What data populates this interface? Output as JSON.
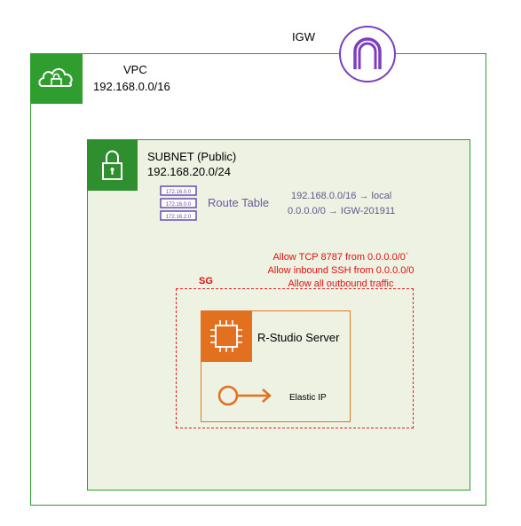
{
  "vpc": {
    "label": "VPC",
    "cidr": "192.168.0.0/16"
  },
  "igw": {
    "label": "IGW"
  },
  "subnet": {
    "label": "SUBNET (Public)",
    "cidr": "192.168.20.0/24"
  },
  "route_table": {
    "label": "Route Table",
    "icon_rows": [
      "172.16.0.0",
      "172.16.0.0",
      "172.16.2.0"
    ],
    "routes": [
      "192.168.0.0/16 → local",
      "0.0.0.0/0 → IGW-201911"
    ]
  },
  "sg": {
    "label": "SG",
    "rules": [
      "Allow TCP 8787 from 0.0.0.0/0`",
      "Allow inbound SSH from 0.0.0.0/0",
      "Allow all outbound traffic"
    ]
  },
  "server": {
    "label": "R-Studio Server"
  },
  "elastic_ip": {
    "label": "Elastic IP"
  },
  "colors": {
    "green": "#2f9e2f",
    "orange": "#e2701f",
    "red": "#e01010",
    "igw_purple": "#7b3fbf",
    "route_purple": "#6a4bb5"
  },
  "icons": {
    "vpc": "cloud-lock-icon",
    "igw": "gateway-icon",
    "subnet": "lock-icon",
    "route_table": "route-table-icon",
    "server": "chip-icon",
    "elastic_ip": "elastic-ip-icon"
  }
}
